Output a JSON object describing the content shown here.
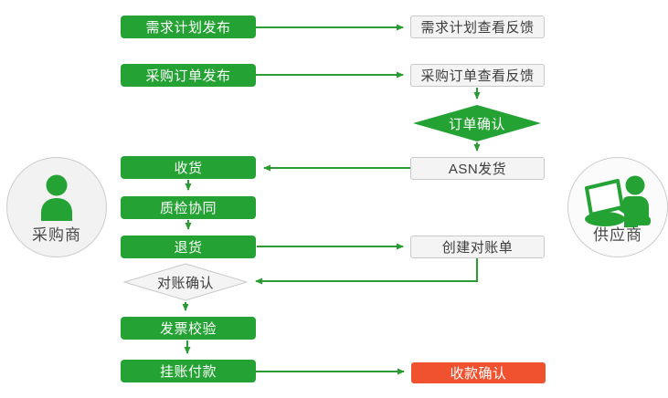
{
  "palette": {
    "node_green": "#24a233",
    "line_green": "#2a9c33",
    "alert_red": "#f0512f",
    "light_box_bg": "#f4f4f4",
    "light_box_border": "#c9c9c9",
    "dark_text": "#3c3c3c",
    "actor_text": "#4a4a4a"
  },
  "actors": {
    "buyer": {
      "label": "采购商",
      "icon": "person-icon"
    },
    "supplier": {
      "label": "供应商",
      "icon": "person-laptop-icon"
    }
  },
  "nodes": {
    "demand_publish": {
      "label": "需求计划发布",
      "style": "green-box"
    },
    "demand_feedback": {
      "label": "需求计划查看反馈",
      "style": "light-box"
    },
    "po_publish": {
      "label": "采购订单发布",
      "style": "green-box"
    },
    "po_feedback": {
      "label": "采购订单查看反馈",
      "style": "light-box"
    },
    "order_confirm": {
      "label": "订单确认",
      "style": "green-diamond"
    },
    "receive": {
      "label": "收货",
      "style": "green-box"
    },
    "asn": {
      "label": "ASN发货",
      "style": "light-box"
    },
    "quality": {
      "label": "质检协同",
      "style": "green-box"
    },
    "returns": {
      "label": "退货",
      "style": "green-box"
    },
    "statement": {
      "label": "创建对账单",
      "style": "light-box"
    },
    "recon_confirm": {
      "label": "对账确认",
      "style": "light-diamond"
    },
    "invoice": {
      "label": "发票校验",
      "style": "green-box"
    },
    "payment": {
      "label": "挂账付款",
      "style": "green-box"
    },
    "collect_confirm": {
      "label": "收款确认",
      "style": "red-box"
    }
  },
  "edges": [
    {
      "from": "demand_publish",
      "to": "demand_feedback"
    },
    {
      "from": "po_publish",
      "to": "po_feedback"
    },
    {
      "from": "po_feedback",
      "to": "order_confirm"
    },
    {
      "from": "order_confirm",
      "to": "asn"
    },
    {
      "from": "asn",
      "to": "receive"
    },
    {
      "from": "receive",
      "to": "quality"
    },
    {
      "from": "quality",
      "to": "returns"
    },
    {
      "from": "returns",
      "to": "statement"
    },
    {
      "from": "statement",
      "to": "recon_confirm"
    },
    {
      "from": "recon_confirm",
      "to": "invoice"
    },
    {
      "from": "invoice",
      "to": "payment"
    },
    {
      "from": "payment",
      "to": "collect_confirm"
    }
  ]
}
